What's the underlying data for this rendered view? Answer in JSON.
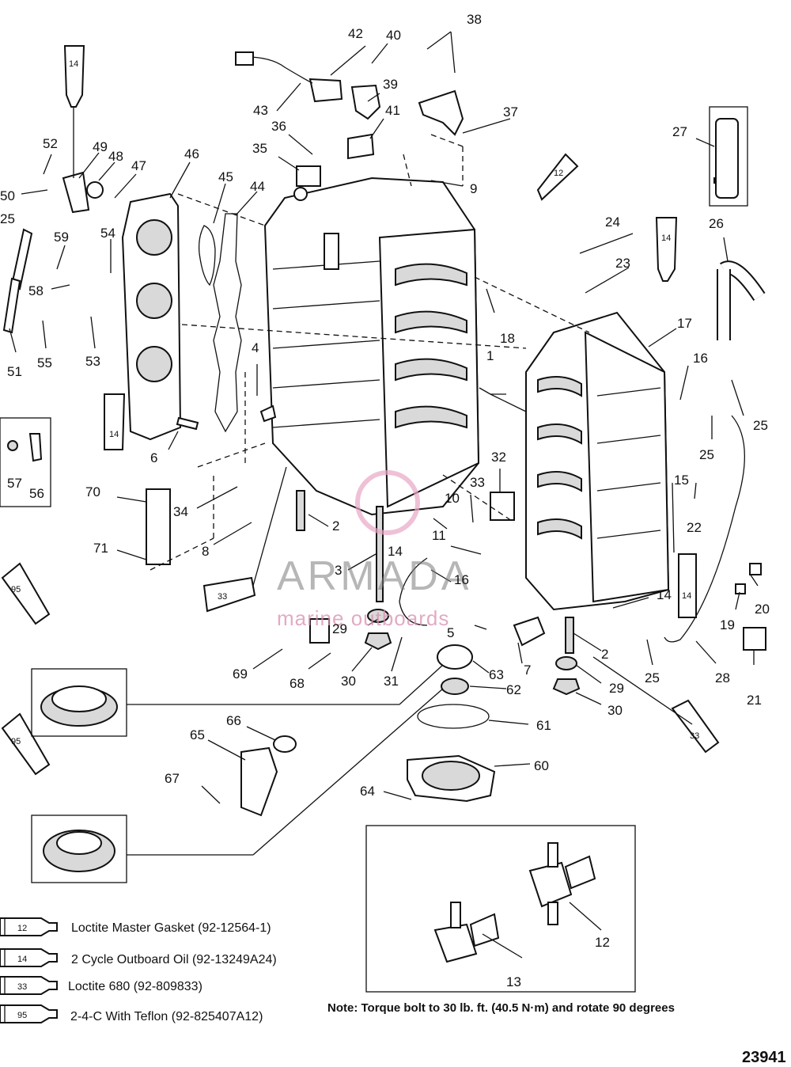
{
  "diagram": {
    "figure_id": "23941",
    "note": "Note: Torque bolt to 30 lb. ft. (40.5 N·m) and rotate 90 degrees",
    "watermark": {
      "brand": "ARMADA",
      "tagline": "marine outboards"
    },
    "legend": [
      {
        "code": "12",
        "text": "Loctite Master Gasket (92-12564-1)"
      },
      {
        "code": "14",
        "text": "2 Cycle Outboard Oil (92-13249A24)"
      },
      {
        "code": "33",
        "text": "Loctite 680 (92-809833)"
      },
      {
        "code": "95",
        "text": "2-4-C  With Teflon (92-825407A12)"
      }
    ],
    "tube_codes": {
      "t14_top": "14",
      "t12_top": "12",
      "t14_right": "14",
      "t14_left": "14",
      "t33_left": "33",
      "t14_mid": "14",
      "t33_right": "33",
      "t95_a": "95",
      "t95_b": "95"
    },
    "callouts": {
      "c1": "1",
      "c2a": "2",
      "c2b": "2",
      "c3": "3",
      "c4": "4",
      "c5": "5",
      "c6": "6",
      "c7": "7",
      "c8": "8",
      "c9": "9",
      "c10": "10",
      "c11": "11",
      "c12a": "12",
      "c13": "13",
      "c14a": "14",
      "c14b": "14",
      "c15": "15",
      "c16a": "16",
      "c16b": "16",
      "c17": "17",
      "c18": "18",
      "c19": "19",
      "c20": "20",
      "c21": "21",
      "c22": "22",
      "c23": "23",
      "c24": "24",
      "c25a": "25",
      "c25b": "25",
      "c25c": "25",
      "c25d": "25",
      "c26": "26",
      "c27": "27",
      "c28": "28",
      "c29a": "29",
      "c29b": "29",
      "c30a": "30",
      "c30b": "30",
      "c31": "31",
      "c32": "32",
      "c33": "33",
      "c34": "34",
      "c35": "35",
      "c36": "36",
      "c37": "37",
      "c38": "38",
      "c39": "39",
      "c40": "40",
      "c41": "41",
      "c42": "42",
      "c43": "43",
      "c44": "44",
      "c45": "45",
      "c46": "46",
      "c47": "47",
      "c48": "48",
      "c49": "49",
      "c50": "50",
      "c51": "51",
      "c52": "52",
      "c53": "53",
      "c54": "54",
      "c55": "55",
      "c56": "56",
      "c57": "57",
      "c58": "58",
      "c59": "59",
      "c60": "60",
      "c61": "61",
      "c62": "62",
      "c63": "63",
      "c64": "64",
      "c65": "65",
      "c66": "66",
      "c67": "67",
      "c68": "68",
      "c69": "69",
      "c70": "70",
      "c71": "71"
    }
  }
}
